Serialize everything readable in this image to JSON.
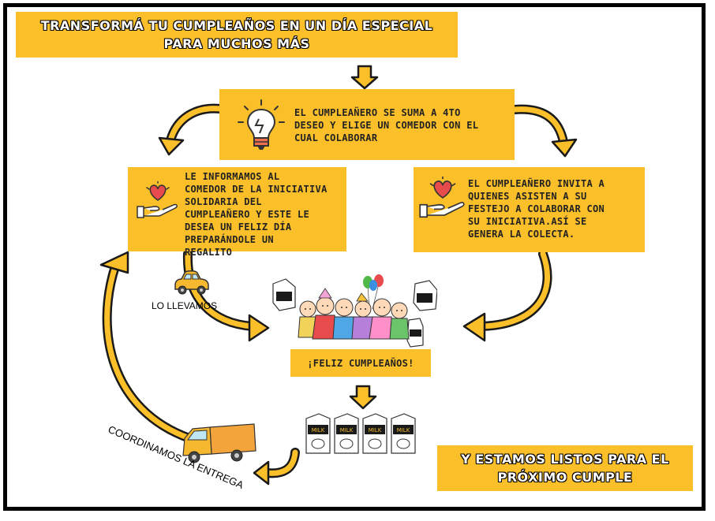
{
  "title": {
    "line1": "TRANSFORMÁ TU CUMPLEAÑOS EN UN DÍA ESPECIAL",
    "line2": "PARA MUCHOS MÁS"
  },
  "steps": {
    "step1": [
      "EL CUMPLEAÑERO SE SUMA A 4TO",
      "DESEO Y ELIGE UN COMEDOR CON EL",
      "CUAL COLABORAR"
    ],
    "step2": [
      "LE INFORMAMOS AL",
      "COMEDOR DE LA INICIATIVA",
      "SOLIDARIA DEL",
      "CUMPLEAÑERO Y ESTE LE",
      "DESEA UN FELIZ DÍA",
      "PREPARÁNDOLE UN",
      "REGALITO"
    ],
    "step3": [
      "EL CUMPLEAÑERO INVITA A",
      "QUIENES ASISTEN A SU",
      "FESTEJO A COLABORAR CON",
      "SU INICIATIVA.ASÍ SE",
      "GENERA LA COLECTA."
    ]
  },
  "center_label": "¡FELIZ CUMPLEAÑOS!",
  "labels": {
    "lo_llevamos": "LO LLEVAMOS",
    "coordinamos": "COORDINAMOS LA ENTREGA"
  },
  "final": {
    "line1": "Y ESTAMOS LISTOS PARA EL",
    "line2": "PRÓXIMO CUMPLE"
  },
  "milk_label": "MILK",
  "colors": {
    "box": "#fbbf2a",
    "arrow": "#fbbf2a",
    "arrow_outline": "#1a1a1a"
  }
}
